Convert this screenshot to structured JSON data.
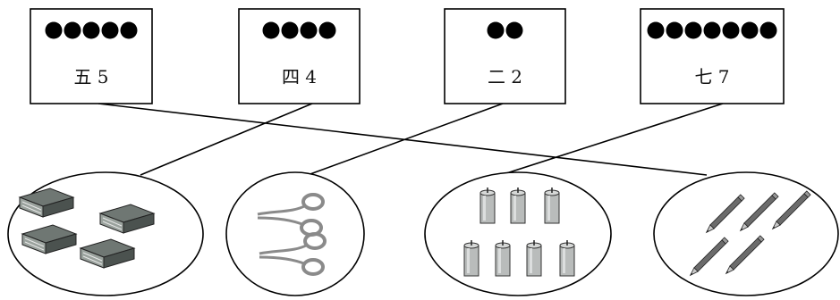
{
  "cards": [
    {
      "label": "五 5",
      "count": 5
    },
    {
      "label": "四 4",
      "count": 4
    },
    {
      "label": "二 2",
      "count": 2
    },
    {
      "label": "七 7",
      "count": 7
    }
  ],
  "groups": [
    {
      "object": "book",
      "count": 4
    },
    {
      "object": "scissors",
      "count": 2
    },
    {
      "object": "candle",
      "count": 7
    },
    {
      "object": "pencil",
      "count": 5
    }
  ],
  "connections": [
    {
      "card": 0,
      "group": 3
    },
    {
      "card": 1,
      "group": 0
    },
    {
      "card": 2,
      "group": 1
    },
    {
      "card": 3,
      "group": 2
    }
  ],
  "colors": {
    "stroke": "#000000",
    "dot": "#000000",
    "book": "#5f6763",
    "candle": "#b9bcbb",
    "pencil": "#555555",
    "scissors": "#8a8a8a"
  }
}
